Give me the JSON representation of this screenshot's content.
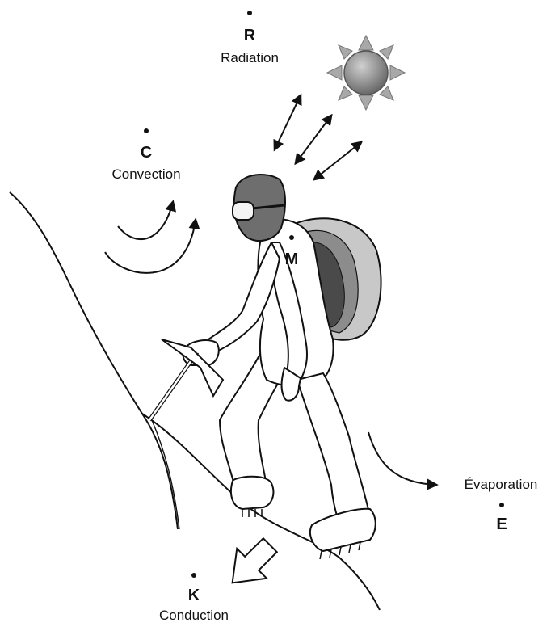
{
  "labels": {
    "radiation": {
      "symbol": "R",
      "name": "Radiation"
    },
    "convection": {
      "symbol": "C",
      "name": "Convection"
    },
    "metabolism": {
      "symbol": "M"
    },
    "evaporation": {
      "symbol": "E",
      "name": "Évaporation"
    },
    "conduction": {
      "symbol": "K",
      "name": "Conduction"
    }
  },
  "colors": {
    "ink": "#111111",
    "sun": "#8a8a8a",
    "sun_rays": "#a8a8a8",
    "mask": "#6e6e6e",
    "pack_outer": "#c8c8c8",
    "pack_mid": "#8c8c8c",
    "pack_inner": "#4a4a4a"
  },
  "icons": [
    "sun-icon",
    "climber-figure",
    "ice-axe",
    "backpack",
    "goggles"
  ]
}
